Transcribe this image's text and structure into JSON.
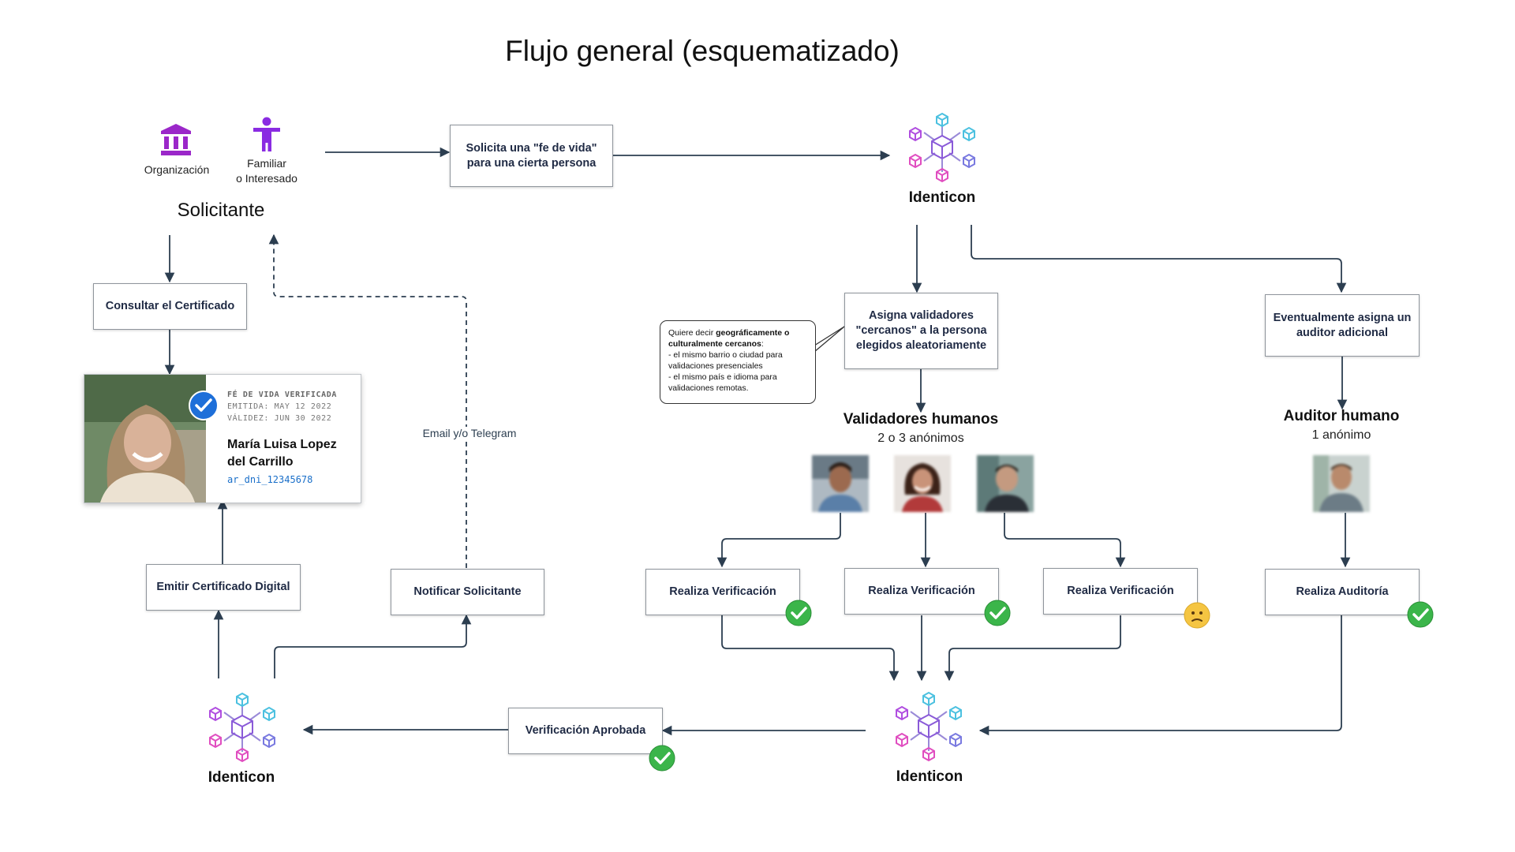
{
  "title": "Flujo general (esquematizado)",
  "solicitante": {
    "org_label": "Organización",
    "familiar_label_1": "Familiar",
    "familiar_label_2": "o Interesado",
    "heading": "Solicitante"
  },
  "boxes": {
    "solicita": "Solicita una \"fe de vida\" para una cierta persona",
    "consultar": "Consultar el Certificado",
    "asigna": "Asigna validadores \"cercanos\" a la persona elegidos aleatoriamente",
    "eventualmente": "Eventualmente asigna un auditor adicional",
    "realiza_1": "Realiza Verificación",
    "realiza_2": "Realiza Verificación",
    "realiza_3": "Realiza Verificación",
    "auditoria": "Realiza Auditoría",
    "aprobada": "Verificación Aprobada",
    "emitir": "Emitir Certificado Digital",
    "notificar": "Notificar Solicitante"
  },
  "identicon_label": "Identicon",
  "email_label": "Email y/o Telegram",
  "callout": {
    "line1_a": "Quiere decir ",
    "line1_b": "geográficamente o culturalmente cercanos",
    "line1_c": ":",
    "line2": "- el mismo barrio o ciudad para validaciones presenciales",
    "line3": "- el mismo país e idioma para validaciones remotas."
  },
  "validadores": {
    "heading": "Validadores humanos",
    "sub": "2 o 3 anónimos"
  },
  "auditor": {
    "heading": "Auditor humano",
    "sub": "1 anónimo"
  },
  "certificate": {
    "header": "FÉ DE VIDA VERIFICADA",
    "emitida": "EMITIDA: MAY 12 2022",
    "validez": "VÁLIDEZ: JUN 30 2022",
    "name_1": "María Luisa Lopez",
    "name_2": "del Carrillo",
    "dni": "ar_dni_12345678"
  },
  "colors": {
    "arrow": "#2c3e50",
    "check": "#3bb54a",
    "neutral_face": "#f5c542",
    "org_icon": "#9b27c9",
    "person_icon": "#8a2be2",
    "check_badge": "#1e6fd9"
  }
}
